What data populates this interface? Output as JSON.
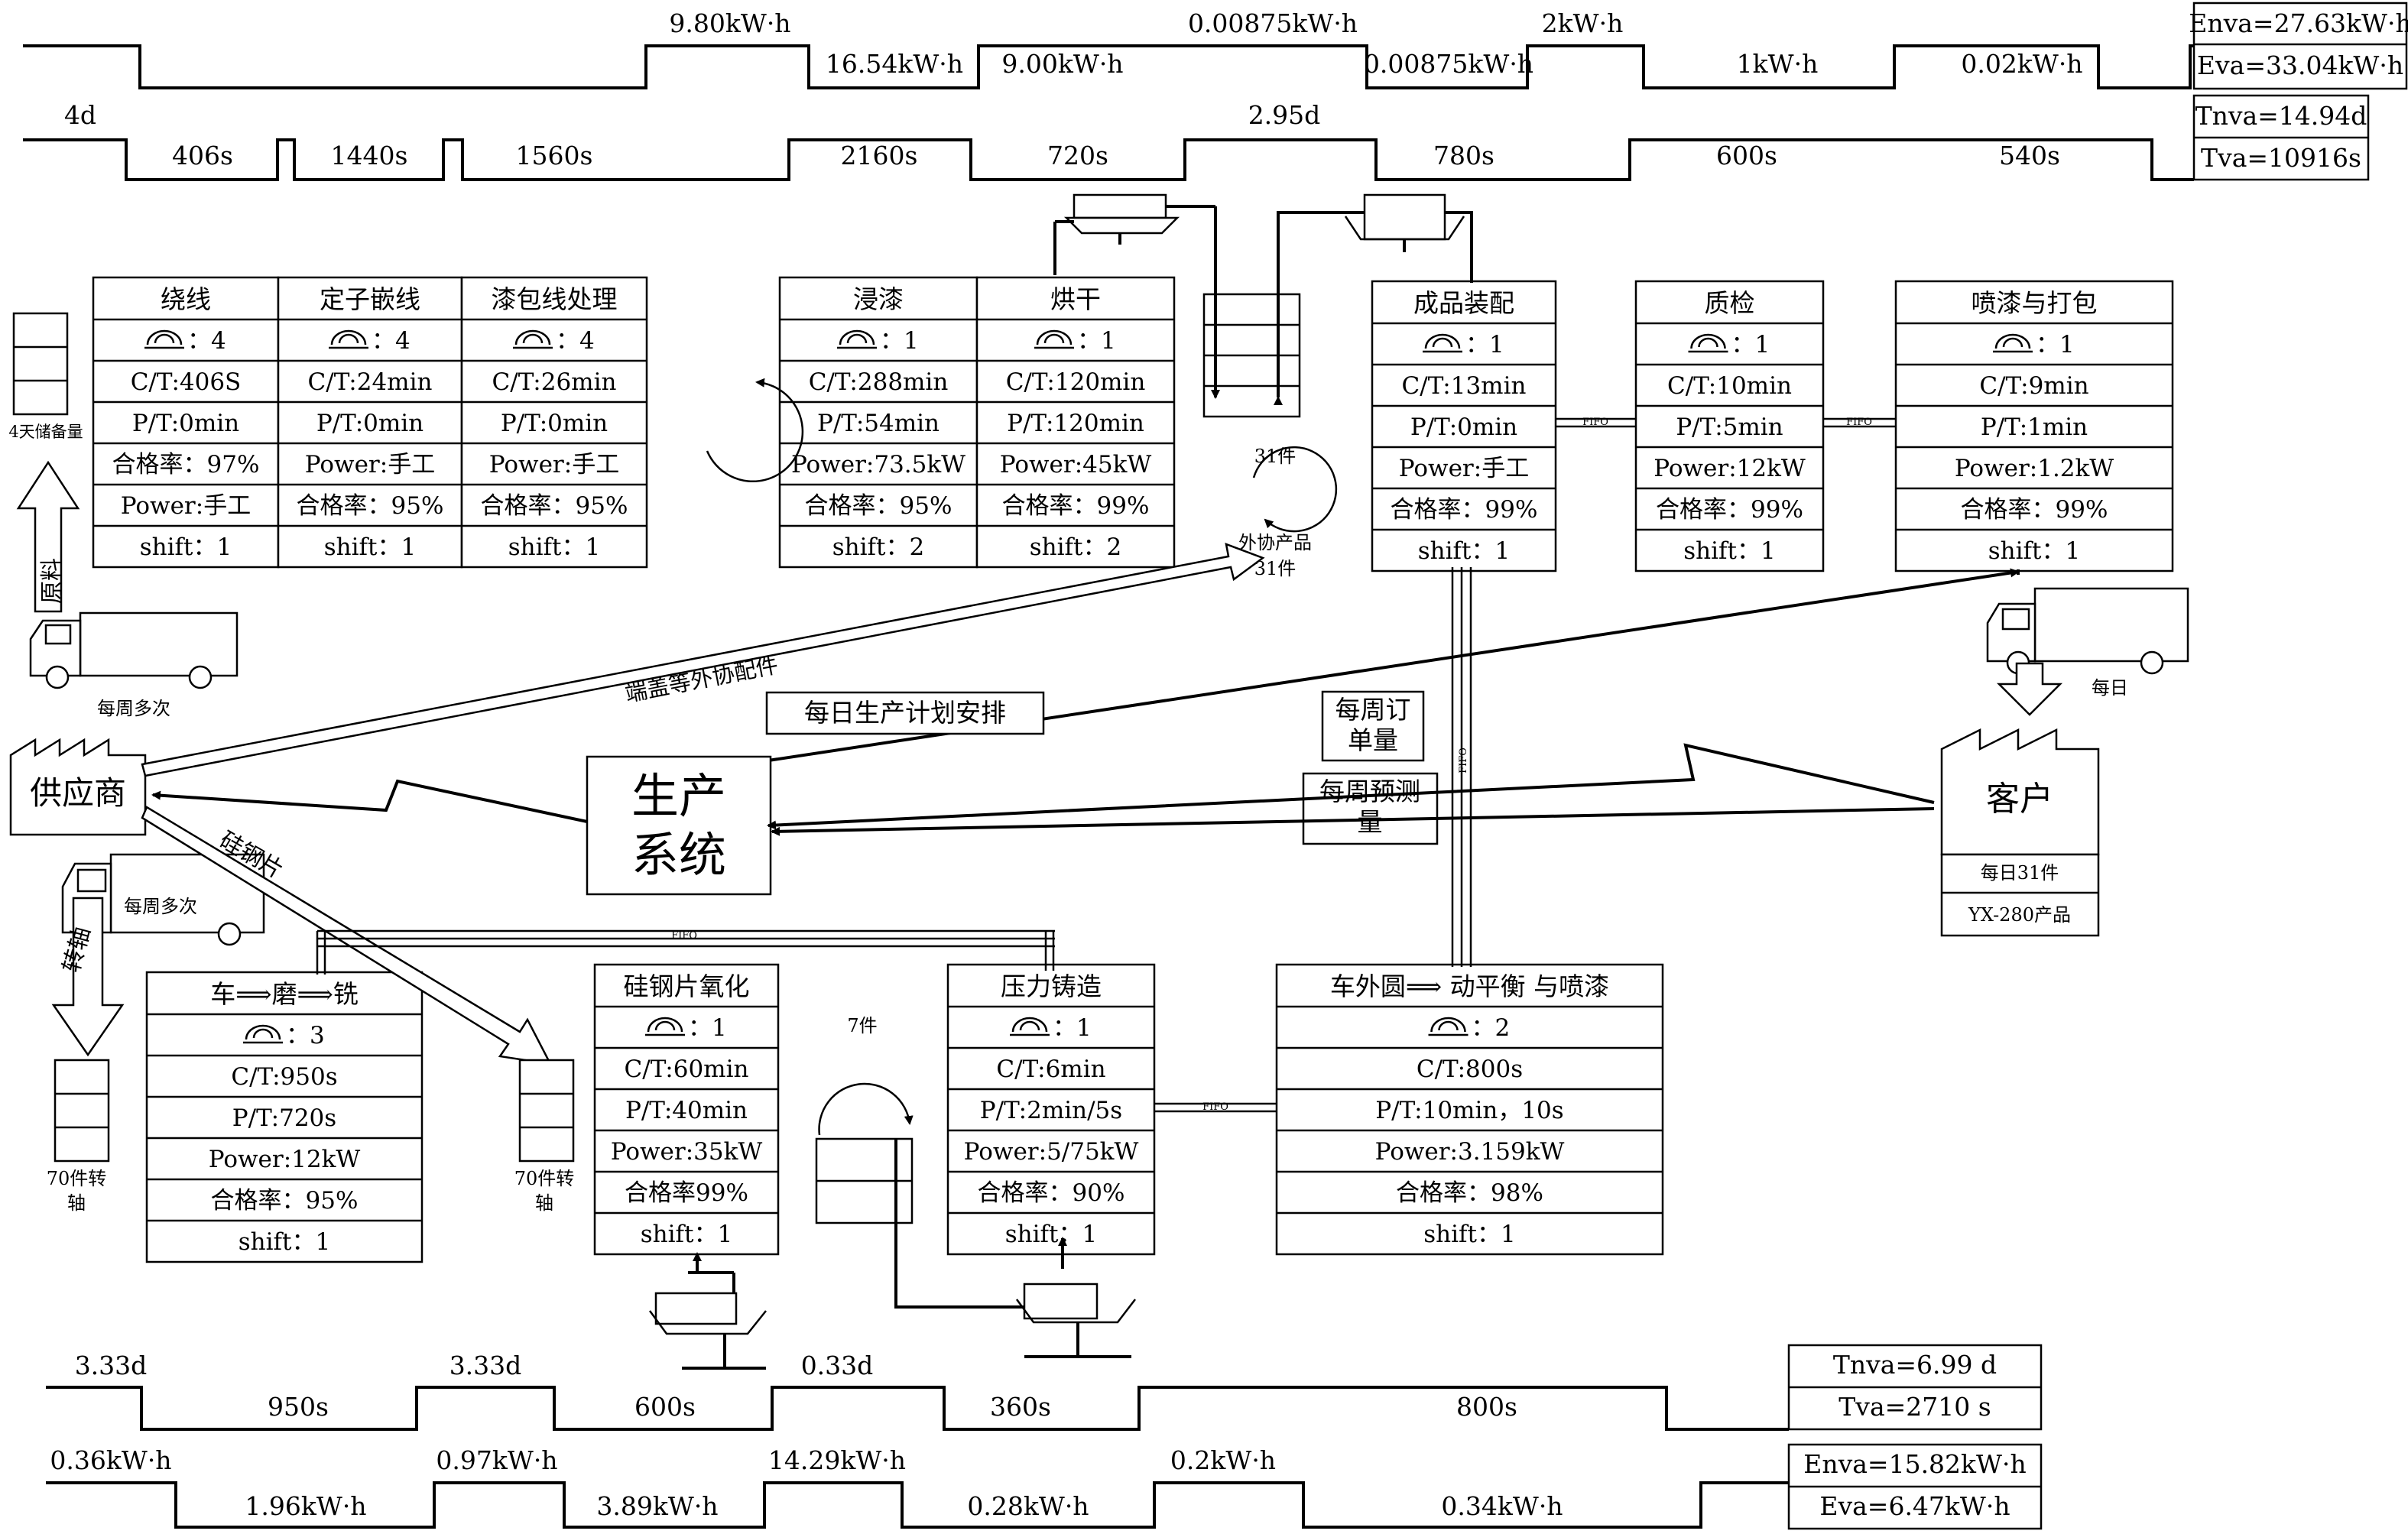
{
  "top_energy": {
    "high": [
      "9.80kW·h",
      "0.00875kW·h",
      "2kW·h"
    ],
    "low": [
      "16.54kW·h",
      "9.00kW·h",
      "0.00875kW·h",
      "1kW·h",
      "0.02kW·h"
    ],
    "summary": [
      "Enva=27.63kW·h",
      "Eva=33.04kW·h"
    ]
  },
  "top_time": {
    "high": [
      "4d",
      "2.95d"
    ],
    "low": [
      "406s",
      "1440s",
      "1560s",
      "2160s",
      "720s",
      "780s",
      "600s",
      "540s"
    ],
    "summary": [
      "Tnva=14.94d",
      "Tva=10916s"
    ]
  },
  "bottom_time": {
    "high": [
      "3.33d",
      "3.33d",
      "0.33d"
    ],
    "low": [
      "950s",
      "600s",
      "360s",
      "800s"
    ],
    "summary": [
      "Tnva=6.99 d",
      "Tva=2710 s"
    ]
  },
  "bottom_energy": {
    "high": [
      "0.36kW·h",
      "0.97kW·h",
      "14.29kW·h",
      "0.2kW·h"
    ],
    "low": [
      "1.96kW·h",
      "3.89kW·h",
      "0.28kW·h",
      "0.34kW·h"
    ],
    "summary": [
      "Enva=15.82kW·h",
      "Eva=6.47kW·h"
    ]
  },
  "processes": {
    "winding": {
      "title": "绕线",
      "rows": [
        "：4",
        "C/T:406S",
        "P/T:0min",
        "合格率：97%",
        "Power:手工",
        "shift：1"
      ]
    },
    "stator": {
      "title": "定子嵌线",
      "rows": [
        "：4",
        "C/T:24min",
        "P/T:0min",
        "Power:手工",
        "合格率：95%",
        "shift：1"
      ]
    },
    "varnish_wire": {
      "title": "漆包线处理",
      "rows": [
        "：4",
        "C/T:26min",
        "P/T:0min",
        "Power:手工",
        "合格率：95%",
        "shift：1"
      ]
    },
    "dip": {
      "title": "浸漆",
      "rows": [
        "：1",
        "C/T:288min",
        "P/T:54min",
        "Power:73.5kW",
        "合格率：95%",
        "shift：2"
      ]
    },
    "dry": {
      "title": "烘干",
      "rows": [
        "：1",
        "C/T:120min",
        "P/T:120min",
        "Power:45kW",
        "合格率：99%",
        "shift：2"
      ]
    },
    "assembly": {
      "title": "成品装配",
      "rows": [
        "：1",
        "C/T:13min",
        "P/T:0min",
        "Power:手工",
        "合格率：99%",
        "shift：1"
      ]
    },
    "qc": {
      "title": "质检",
      "rows": [
        "：1",
        "C/T:10min",
        "P/T:5min",
        "Power:12kW",
        "合格率：99%",
        "shift：1"
      ]
    },
    "paint_pack": {
      "title": "喷漆与打包",
      "rows": [
        "：1",
        "C/T:9min",
        "P/T:1min",
        "Power:1.2kW",
        "合格率：99%",
        "shift：1"
      ]
    },
    "turning": {
      "title": "车⟹磨⟹铣",
      "rows": [
        "：3",
        "C/T:950s",
        "P/T:720s",
        "Power:12kW",
        "合格率：95%",
        "shift：1"
      ]
    },
    "oxidation": {
      "title": "硅钢片氧化",
      "rows": [
        "：1",
        "C/T:60min",
        "P/T:40min",
        "Power:35kW",
        "合格率99%",
        "shift：1"
      ]
    },
    "casting": {
      "title": "压力铸造",
      "rows": [
        "：1",
        "C/T:6min",
        "P/T:2min/5s",
        "Power:5/75kW",
        "合格率：90%",
        "shift：1"
      ]
    },
    "outer": {
      "title": "车外圆⟹  动平衡 与喷漆",
      "rows": [
        "：2",
        "C/T:800s",
        "P/T:10min，10s",
        "Power:3.159kW",
        "合格率：98%",
        "shift：1"
      ]
    }
  },
  "labels": {
    "storage_4day": "4天储备量",
    "raw_material": "原料",
    "weekly_multi_1": "每周多次",
    "weekly_multi_2": "每周多次",
    "supplier": "供应商",
    "end_cap_parts": "端盖等外协配件",
    "daily_plan": "每日生产计划安排",
    "production_system_1": "生产",
    "production_system_2": "系统",
    "weekly_order_1": "每周订",
    "weekly_order_2": "单量",
    "weekly_forecast_1": "每周预测",
    "weekly_forecast_2": "量",
    "customer": "客户",
    "daily_31": "每日31件",
    "product": "YX-280产品",
    "daily": "每日",
    "outsourced_1": "外协产品",
    "outsourced_2": "31件",
    "count_31": "31件",
    "count_7": "7件",
    "silicon_steel": "硅钢片",
    "shaft": "转轴",
    "shaft_70_a1": "70件转",
    "shaft_70_a2": "轴",
    "shaft_70_b1": "70件转",
    "shaft_70_b2": "轴",
    "fifo": "FIFO"
  }
}
